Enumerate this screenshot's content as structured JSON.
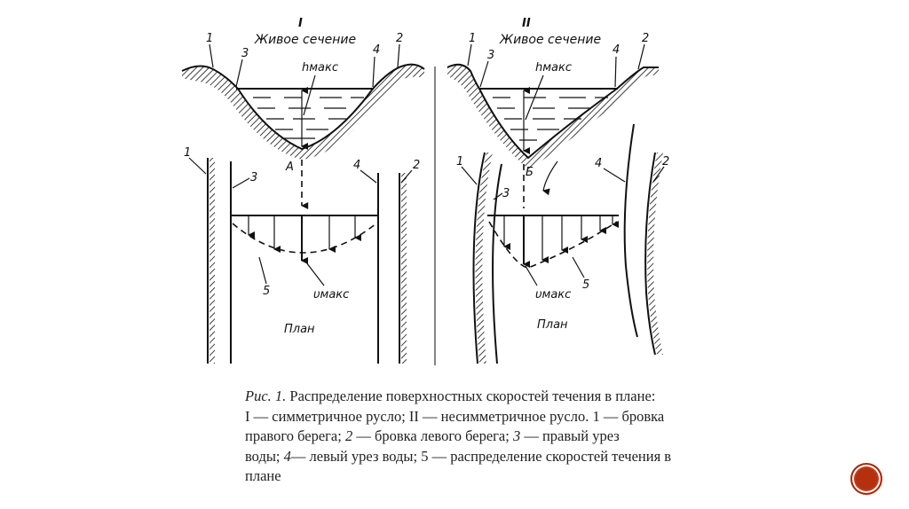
{
  "diagram": {
    "panel_1": {
      "roman": "I",
      "section_title": "Живое сечение",
      "hmax": "hмакс",
      "point": "А",
      "vmax": "υмакс",
      "plan": "План",
      "labels": [
        "1",
        "2",
        "3",
        "4",
        "5"
      ]
    },
    "panel_2": {
      "roman": "II",
      "section_title": "Живое сечение",
      "hmax": "hмакс",
      "point": "Б",
      "vmax": "υмакс",
      "plan": "План",
      "labels": [
        "1",
        "2",
        "3",
        "4",
        "5"
      ]
    }
  },
  "caption": {
    "lines": [
      {
        "segments": [
          {
            "text": "Рис. 1."
          },
          {
            "text": " Распределение поверхностных скоростей течения в плане:"
          }
        ]
      },
      {
        "segments": [
          {
            "text": "I — симметричное русло; II — несимметричное русло. 1 — бровка"
          }
        ]
      },
      {
        "segments": [
          {
            "text": "правого берега; "
          },
          {
            "text": "2"
          },
          {
            "text": " — бровка левого берега; "
          },
          {
            "text": "3"
          },
          {
            "text": " — правый урез"
          }
        ]
      },
      {
        "segments": [
          {
            "text": "воды; "
          },
          {
            "text": "4"
          },
          {
            "text": "— левый урез воды; 5 — распределение скоростей течения в"
          }
        ]
      },
      {
        "segments": [
          {
            "text": "плане"
          }
        ]
      }
    ]
  },
  "colors": {
    "nav_button": "#b5300f"
  }
}
